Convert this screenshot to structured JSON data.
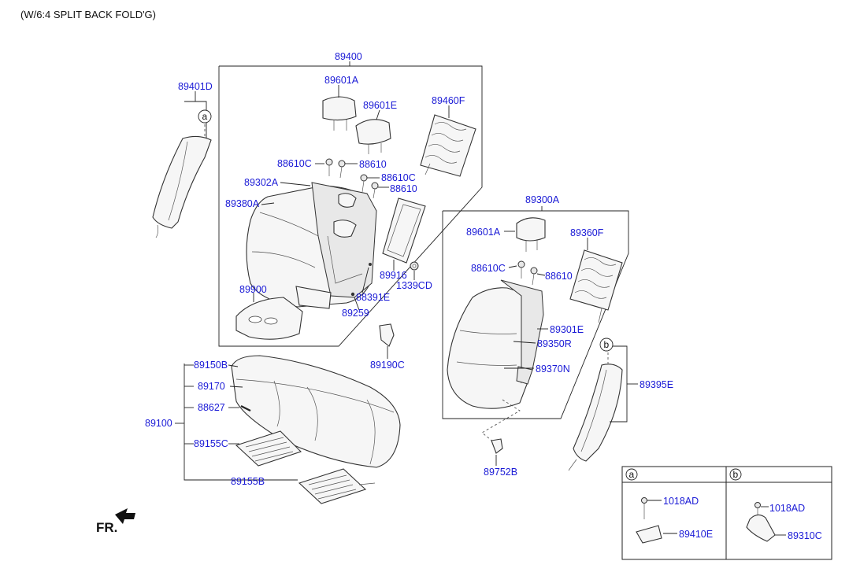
{
  "header": "(W/6:4 SPLIT BACK FOLD'G)",
  "fr_label": "FR.",
  "callouts": {
    "a": "a",
    "b": "b"
  },
  "labels": {
    "l89400": "89400",
    "l89401D": "89401D",
    "l89601A_top": "89601A",
    "l89601E": "89601E",
    "l89460F": "89460F",
    "l88610C_1": "88610C",
    "l88610_1": "88610",
    "l88610C_2": "88610C",
    "l88610_2": "88610",
    "l89302A": "89302A",
    "l89380A": "89380A",
    "l89916": "89916",
    "l1339CD": "1339CD",
    "l88391E": "88391E",
    "l89900": "89900",
    "l89259": "89259",
    "l89190C": "89190C",
    "l89300A": "89300A",
    "l89601A_right": "89601A",
    "l89360F": "89360F",
    "l88610C_3": "88610C",
    "l88610_3": "88610",
    "l89301E": "89301E",
    "l89350R": "89350R",
    "l89370N": "89370N",
    "l89395E": "89395E",
    "l89752B": "89752B",
    "l89150B": "89150B",
    "l89170": "89170",
    "l88627": "88627",
    "l89100": "89100",
    "l89155C": "89155C",
    "l89155B": "89155B"
  },
  "legend": {
    "a_title": "a",
    "b_title": "b",
    "a_bolt": "1018AD",
    "a_part": "89410E",
    "b_bolt": "1018AD",
    "b_part": "89310C"
  }
}
